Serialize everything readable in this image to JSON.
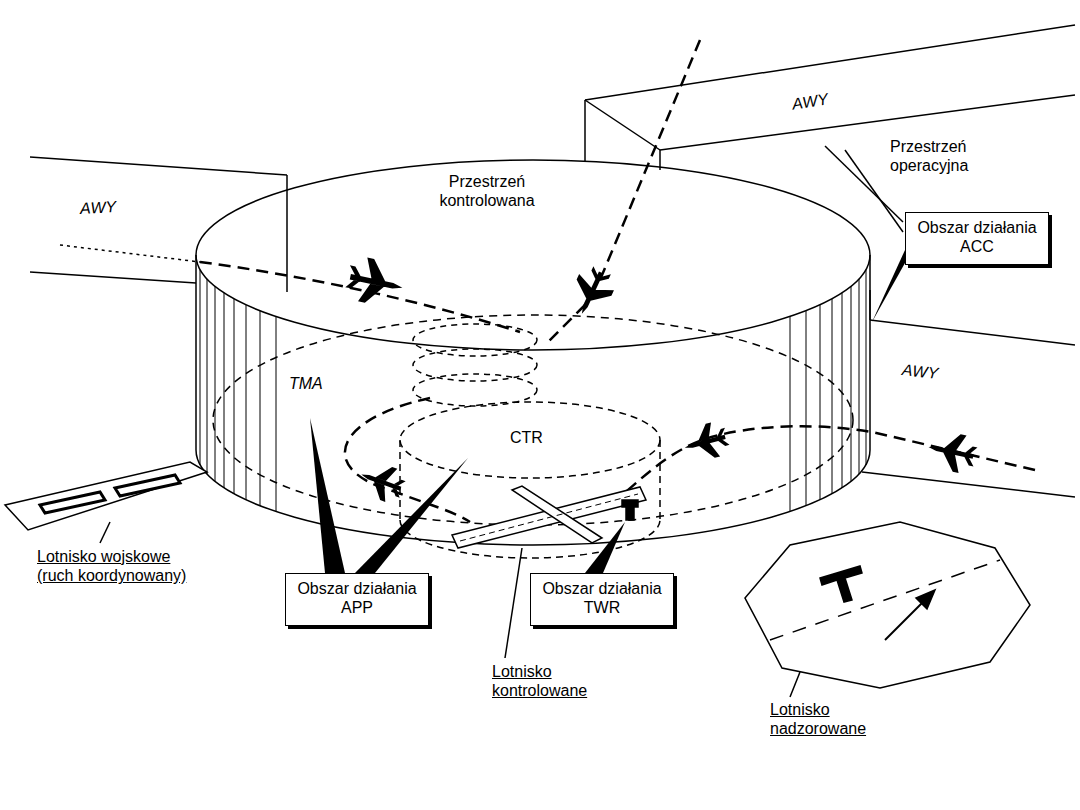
{
  "diagram": {
    "nodes": [
      {
        "text": [
          "Obszar działania ACC"
        ]
      },
      {
        "text": [
          "Obszar działania APP"
        ]
      },
      {
        "text": [
          "Obszar działania TWR"
        ]
      }
    ],
    "labels": [
      "AWY",
      "Przestrzeń kontrolowana",
      "AWY",
      "Przestrzeń operacyjna",
      "TMA",
      "CTR",
      "AWY",
      "Lotnisko wojskowe (ruch koordynowany)",
      "Lotnisko kontrolowane",
      "Lotnisko nadzorowane"
    ]
  }
}
